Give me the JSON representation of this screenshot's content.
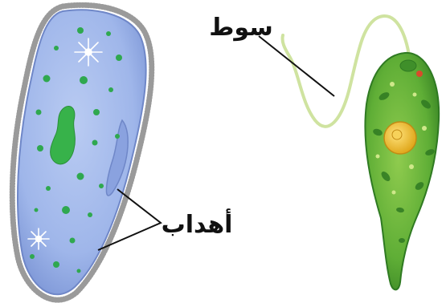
{
  "labels": {
    "flagellum": "سوط",
    "cilia": "أهداب"
  },
  "colors": {
    "paramecium_body": "#9fb6ea",
    "paramecium_outline": "#6f87c8",
    "paramecium_dots": "#2fa84f",
    "macronucleus": "#37b24a",
    "euglena_body": "#62b33a",
    "euglena_dark": "#2f7a22",
    "euglena_nucleus": "#f2c230",
    "flagellum": "#cfe3a0",
    "leader_line": "#111111"
  },
  "icons": {
    "paramecium": "paramecium-illustration",
    "euglena": "euglena-illustration"
  }
}
